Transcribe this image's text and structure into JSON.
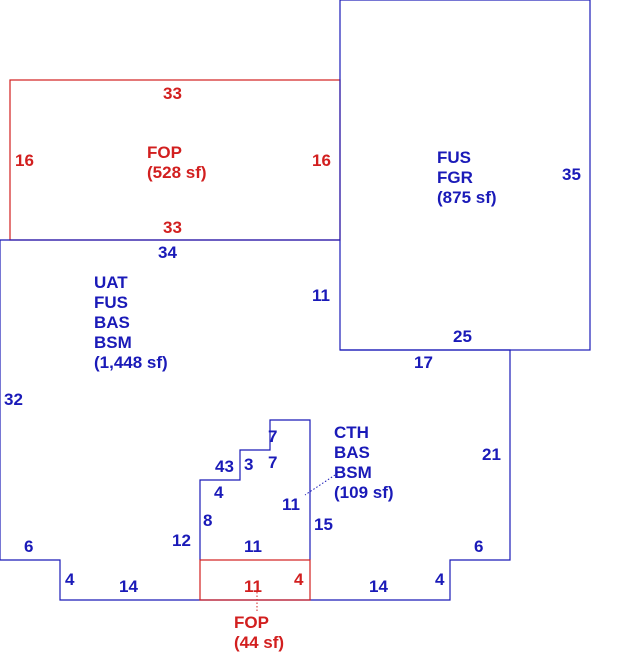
{
  "colors": {
    "living": "#1a1ab8",
    "porch": "#d21f1f"
  },
  "areas": {
    "main": {
      "codes": [
        "UAT",
        "FUS",
        "BAS",
        "BSM"
      ],
      "area": "(1,448 sf)"
    },
    "garage": {
      "codes": [
        "FUS",
        "FGR"
      ],
      "area": "(875 sf)"
    },
    "porch_top": {
      "codes": [
        "FOP"
      ],
      "area": "(528 sf)"
    },
    "cathedral": {
      "codes": [
        "CTH",
        "BAS",
        "BSM"
      ],
      "area": "(109 sf)"
    },
    "porch_bottom": {
      "codes": [
        "FOP"
      ],
      "area": "(44 sf)"
    }
  },
  "dimensions": {
    "porch_top": {
      "top": "33",
      "bottom": "33",
      "left": "16",
      "right": "16"
    },
    "garage": {
      "right": "35",
      "bottom": "25"
    },
    "main": {
      "top": "34",
      "inner_right": "11",
      "left": "32",
      "step_right": "17",
      "right": "21",
      "left_low": "6",
      "left_notch": "4",
      "bottom_left": "14",
      "right_low": "6",
      "right_notch": "4",
      "bottom_right": "14"
    },
    "cathedral": {
      "top": "7",
      "top_inner": "7",
      "step_a": "43",
      "step_b": "3",
      "step_left": "4",
      "left": "8",
      "right": "11",
      "right_outer": "15",
      "bottom": "11",
      "left_outer": "12"
    },
    "porch_bottom": {
      "width": "11",
      "height": "4"
    }
  }
}
